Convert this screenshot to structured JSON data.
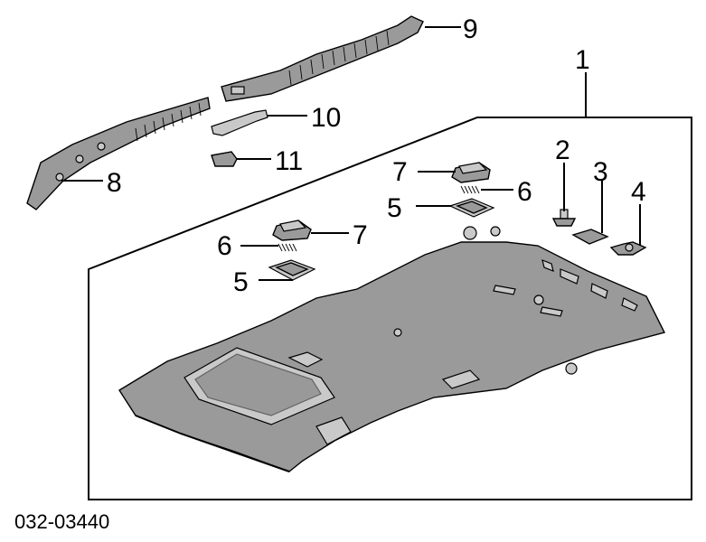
{
  "diagram": {
    "callouts": [
      {
        "id": "1",
        "label": "1"
      },
      {
        "id": "2",
        "label": "2"
      },
      {
        "id": "3",
        "label": "3"
      },
      {
        "id": "4",
        "label": "4"
      },
      {
        "id": "5a",
        "label": "5"
      },
      {
        "id": "5b",
        "label": "5"
      },
      {
        "id": "6a",
        "label": "6"
      },
      {
        "id": "6b",
        "label": "6"
      },
      {
        "id": "7a",
        "label": "7"
      },
      {
        "id": "7b",
        "label": "7"
      },
      {
        "id": "8",
        "label": "8"
      },
      {
        "id": "9",
        "label": "9"
      },
      {
        "id": "10",
        "label": "10"
      },
      {
        "id": "11",
        "label": "11"
      }
    ],
    "part_number": "032-03440"
  }
}
